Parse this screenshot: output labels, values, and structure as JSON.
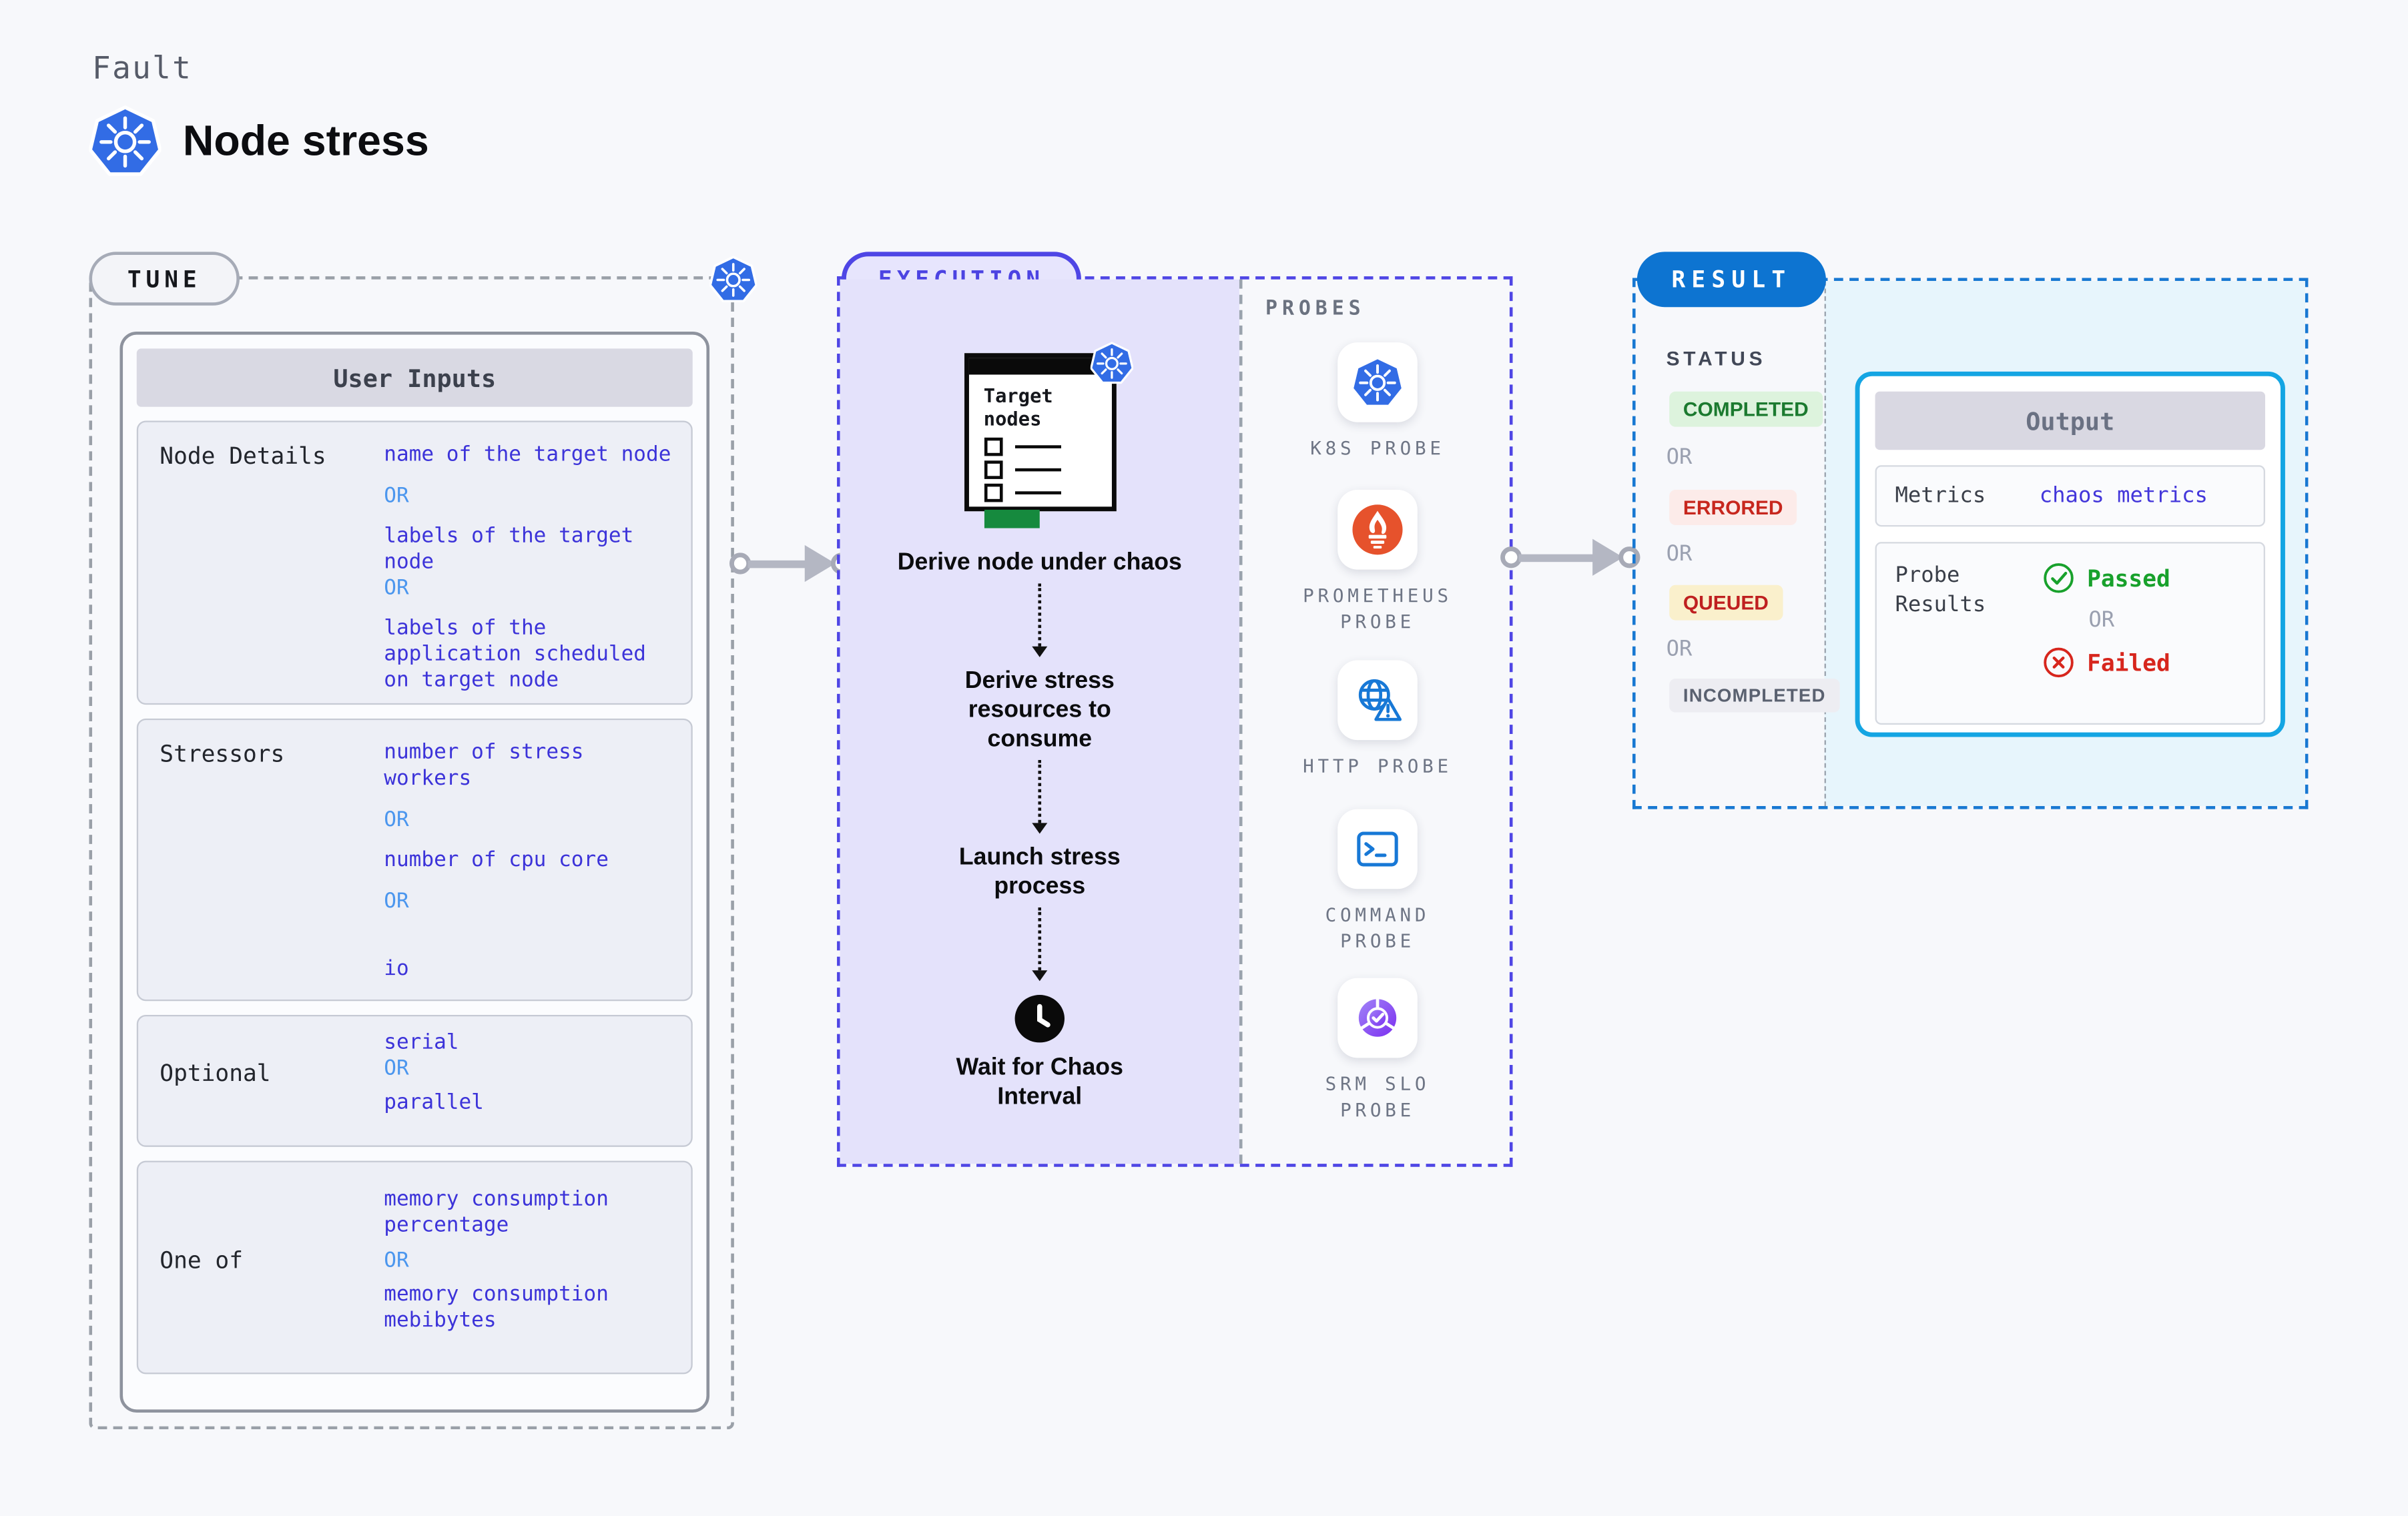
{
  "header": {
    "eyebrow": "Fault",
    "title": "Node stress"
  },
  "common": {
    "or": "OR"
  },
  "tune": {
    "badge": "TUNE",
    "panel_title": "User Inputs",
    "rows": [
      {
        "label": "Node Details",
        "values": [
          "name of the target node",
          "labels of the target node",
          "labels of the application scheduled on target node"
        ]
      },
      {
        "label": "Stressors",
        "values": [
          "number of stress workers",
          "number of cpu core",
          "io"
        ]
      },
      {
        "label": "Optional",
        "values": [
          "serial",
          "parallel"
        ]
      },
      {
        "label": "One of",
        "values": [
          "memory consumption percentage",
          "memory consumption mebibytes"
        ]
      }
    ]
  },
  "execution": {
    "badge": "EXECUTION",
    "clipboard_title": "Target nodes",
    "steps": [
      "Derive node under chaos",
      "Derive stress resources to consume",
      "Launch stress process",
      "Wait for Chaos Interval"
    ]
  },
  "probes": {
    "title": "PROBES",
    "items": [
      {
        "label": "K8S PROBE",
        "icon": "kubernetes-icon"
      },
      {
        "label": "PROMETHEUS PROBE",
        "icon": "prometheus-icon"
      },
      {
        "label": "HTTP PROBE",
        "icon": "http-globe-warning-icon"
      },
      {
        "label": "COMMAND PROBE",
        "icon": "terminal-icon"
      },
      {
        "label": "SRM SLO PROBE",
        "icon": "slo-donut-check-icon"
      }
    ]
  },
  "result": {
    "badge": "RESULT",
    "status_title": "STATUS",
    "statuses": [
      {
        "label": "COMPLETED",
        "fg": "#1B7A2F",
        "bg": "#DDF3DD"
      },
      {
        "label": "ERRORED",
        "fg": "#C7271E",
        "bg": "#FCEBE9"
      },
      {
        "label": "QUEUED",
        "fg": "#BF2020",
        "bg": "#FAF0CC"
      },
      {
        "label": "INCOMPLETED",
        "fg": "#5A6170",
        "bg": "#EDEDF2"
      }
    ],
    "output": {
      "title": "Output",
      "metrics_label": "Metrics",
      "metrics_value": "chaos metrics",
      "probe_results_label": "Probe Results",
      "passed": "Passed",
      "failed": "Failed"
    }
  },
  "colors": {
    "kubernetes_blue": "#326CE5",
    "prometheus_orange": "#E6522C",
    "probe_icon_blue": "#1778D6",
    "srm_purple": "#8B5CF6",
    "execution_indigo": "#4F46E5",
    "result_blue": "#0D74D1",
    "output_cyan_border": "#14A5E3",
    "value_text_indigo": "#3C33D9",
    "or_text_blue": "#4B96EE",
    "success_green": "#18A12C",
    "error_red": "#D7261D"
  }
}
